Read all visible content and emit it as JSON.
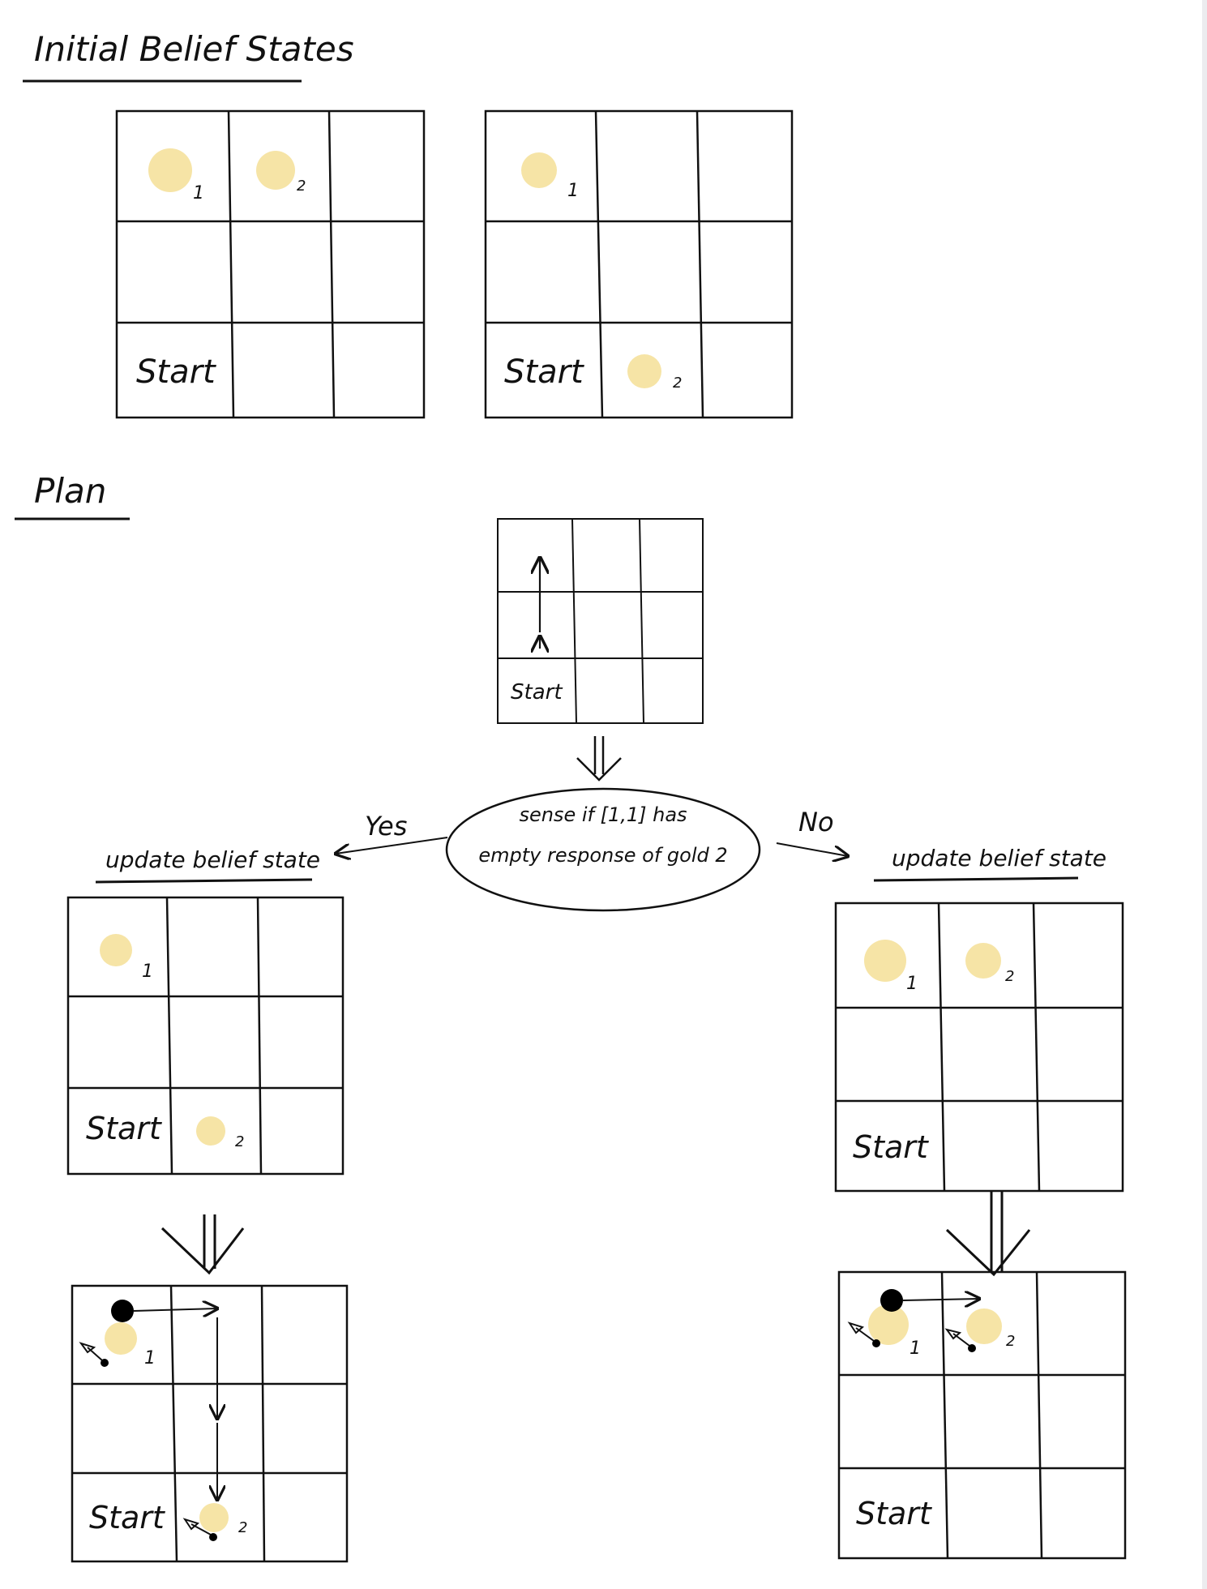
{
  "headings": {
    "initial": "Initial Belief States",
    "plan": "Plan"
  },
  "labels": {
    "start": "Start",
    "gold1": "1",
    "gold2": "2",
    "yes": "Yes",
    "no": "No",
    "update_left": "update belief state",
    "update_right": "update belief state"
  },
  "decision": {
    "line1": "sense if [1,1] has",
    "line2": "empty response of gold 2"
  },
  "colors": {
    "gold": "#f6e4a6",
    "ink": "#111111",
    "agent": "#000000"
  }
}
